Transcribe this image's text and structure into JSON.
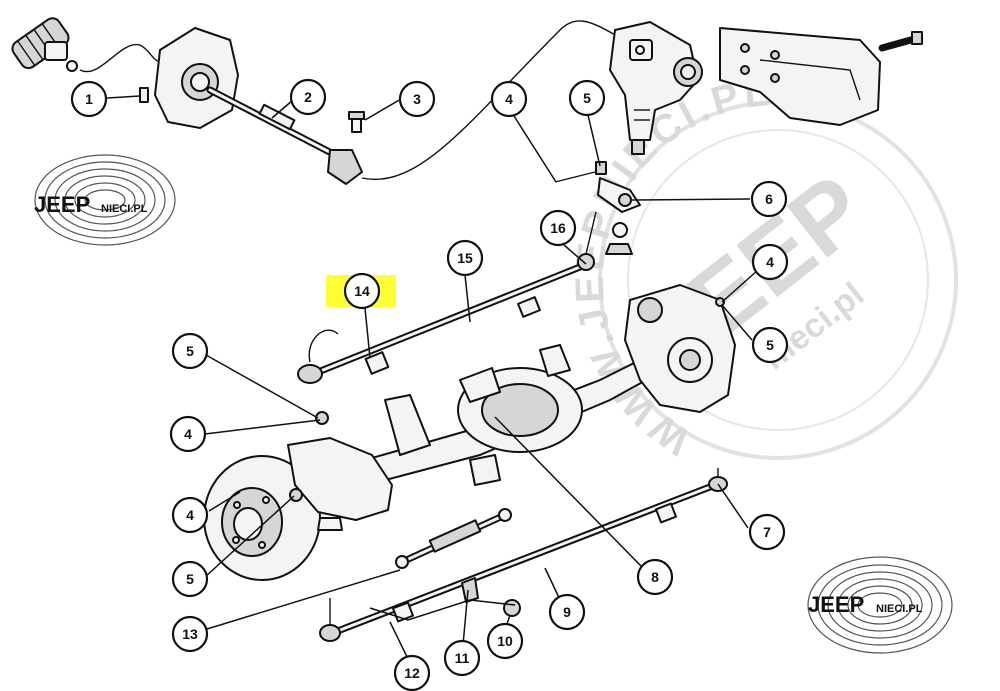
{
  "colors": {
    "ink": "#111111",
    "highlight": "#ffff33",
    "watermark": "#d9d9d9",
    "background": "#ffffff"
  },
  "watermark": {
    "ring_text": "WWW.JEEPNIECI.PL",
    "center_text": "JEEP",
    "sub_text": "nieci.pl"
  },
  "logos": [
    {
      "main": "JEEP",
      "small": "NIECI.PL"
    },
    {
      "main": "JEEP",
      "small": "NIECI.PL"
    }
  ],
  "callouts": [
    {
      "id": "c1",
      "label": "1"
    },
    {
      "id": "c2",
      "label": "2"
    },
    {
      "id": "c3",
      "label": "3"
    },
    {
      "id": "c4a",
      "label": "4"
    },
    {
      "id": "c5a",
      "label": "5"
    },
    {
      "id": "c6",
      "label": "6"
    },
    {
      "id": "c16",
      "label": "16"
    },
    {
      "id": "c15",
      "label": "15"
    },
    {
      "id": "c14",
      "label": "14",
      "highlighted": true
    },
    {
      "id": "c4b",
      "label": "4"
    },
    {
      "id": "c5b",
      "label": "5"
    },
    {
      "id": "c5c",
      "label": "5"
    },
    {
      "id": "c4c",
      "label": "4"
    },
    {
      "id": "c4d",
      "label": "4"
    },
    {
      "id": "c5d",
      "label": "5"
    },
    {
      "id": "c7",
      "label": "7"
    },
    {
      "id": "c8",
      "label": "8"
    },
    {
      "id": "c9",
      "label": "9"
    },
    {
      "id": "c13",
      "label": "13"
    },
    {
      "id": "c12",
      "label": "12"
    },
    {
      "id": "c11",
      "label": "11"
    },
    {
      "id": "c10",
      "label": "10"
    }
  ]
}
